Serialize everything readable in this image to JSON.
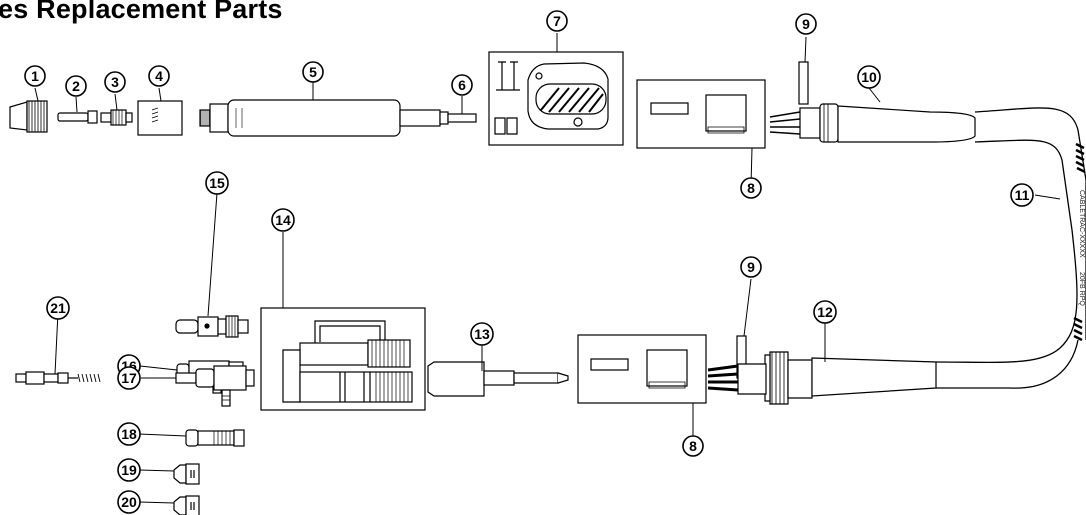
{
  "title": "es Replacement Parts",
  "callouts": [
    {
      "id": "callout-1",
      "label": "1"
    },
    {
      "id": "callout-2",
      "label": "2"
    },
    {
      "id": "callout-3",
      "label": "3"
    },
    {
      "id": "callout-4",
      "label": "4"
    },
    {
      "id": "callout-5",
      "label": "5"
    },
    {
      "id": "callout-6",
      "label": "6"
    },
    {
      "id": "callout-7",
      "label": "7"
    },
    {
      "id": "callout-8a",
      "label": "8"
    },
    {
      "id": "callout-8b",
      "label": "8"
    },
    {
      "id": "callout-9a",
      "label": "9"
    },
    {
      "id": "callout-9b",
      "label": "9"
    },
    {
      "id": "callout-10",
      "label": "10"
    },
    {
      "id": "callout-11",
      "label": "11"
    },
    {
      "id": "callout-12",
      "label": "12"
    },
    {
      "id": "callout-13",
      "label": "13"
    },
    {
      "id": "callout-14",
      "label": "14"
    },
    {
      "id": "callout-15",
      "label": "15"
    },
    {
      "id": "callout-16",
      "label": "16"
    },
    {
      "id": "callout-17",
      "label": "17"
    },
    {
      "id": "callout-18",
      "label": "18"
    },
    {
      "id": "callout-19",
      "label": "19"
    },
    {
      "id": "callout-20",
      "label": "20"
    },
    {
      "id": "callout-21",
      "label": "21"
    }
  ],
  "cable_text_a": "CABLETRAC-XXXXX",
  "cable_text_b": "20FB RPQ"
}
